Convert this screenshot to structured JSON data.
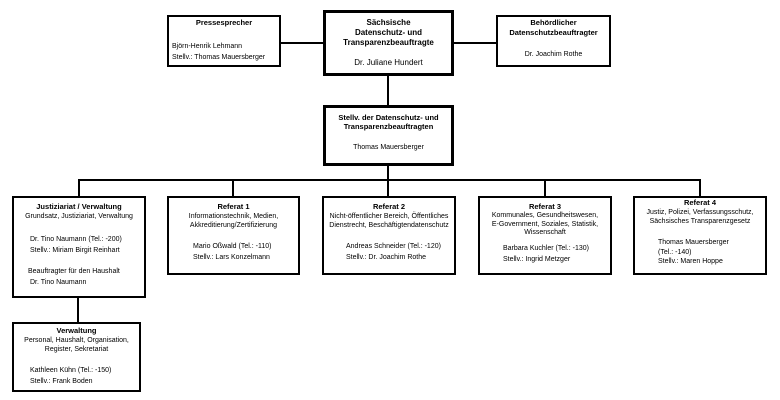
{
  "colors": {
    "line": "#000000",
    "background": "#ffffff",
    "text": "#000000"
  },
  "head": {
    "title_lines": [
      "Sächsische",
      "Datenschutz- und",
      "Transparenzbeauftragte"
    ],
    "name": "Dr. Juliane Hundert"
  },
  "press": {
    "title": "Pressesprecher",
    "people": [
      "Björn-Henrik Lehmann",
      "Stellv.: Thomas Mauersberger"
    ]
  },
  "dpo": {
    "title_lines": [
      "Behördlicher",
      "Datenschutzbeauftragter"
    ],
    "name": "Dr. Joachim Rothe"
  },
  "deputy": {
    "title_lines": [
      "Stellv. der Datenschutz- und",
      "Transparenzbeauftragten"
    ],
    "name": "Thomas Mauersberger"
  },
  "units": [
    {
      "title": "Justiziariat / Verwaltung",
      "desc_lines": [
        "Grundsatz, Justiziariat, Verwaltung"
      ],
      "people": [
        "Dr. Tino Naumann (Tel.: -200)",
        "Stellv.: Miriam Birgit Reinhart"
      ],
      "budget": {
        "title": "Beauftragter für den Haushalt",
        "name": "Dr. Tino Naumann"
      }
    },
    {
      "title": "Referat 1",
      "desc_lines": [
        "Informationstechnik, Medien,",
        "Akkreditierung/Zertifizierung"
      ],
      "people": [
        "Mario Oßwald (Tel.: -110)",
        "Stellv.: Lars Konzelmann"
      ]
    },
    {
      "title": "Referat 2",
      "desc_lines": [
        "Nicht-öffentlicher Bereich, Öffentliches",
        "Dienstrecht, Beschäftigtendatenschutz"
      ],
      "people": [
        "Andreas Schneider (Tel.: -120)",
        "Stellv.: Dr. Joachim Rothe"
      ]
    },
    {
      "title": "Referat 3",
      "desc_lines": [
        "Kommunales, Gesundheitswesen,",
        "E-Government, Soziales, Statistik,",
        "Wissenschaft"
      ],
      "people": [
        "Barbara Kuchler (Tel.: -130)",
        "Stellv.: Ingrid Metzger"
      ]
    },
    {
      "title": "Referat 4",
      "desc_lines": [
        "Justiz, Polizei, Verfassungsschutz,",
        "Sächsisches Transparenzgesetz"
      ],
      "people": [
        "Thomas Mauersberger",
        "(Tel.: -140)",
        "Stellv.: Maren Hoppe"
      ]
    }
  ],
  "sub_unit": {
    "title": "Verwaltung",
    "desc_lines": [
      "Personal, Haushalt, Organisation,",
      "Register, Sekretariat"
    ],
    "people": [
      "Kathleen Kühn (Tel.: -150)",
      "Stellv.: Frank Boden"
    ]
  }
}
